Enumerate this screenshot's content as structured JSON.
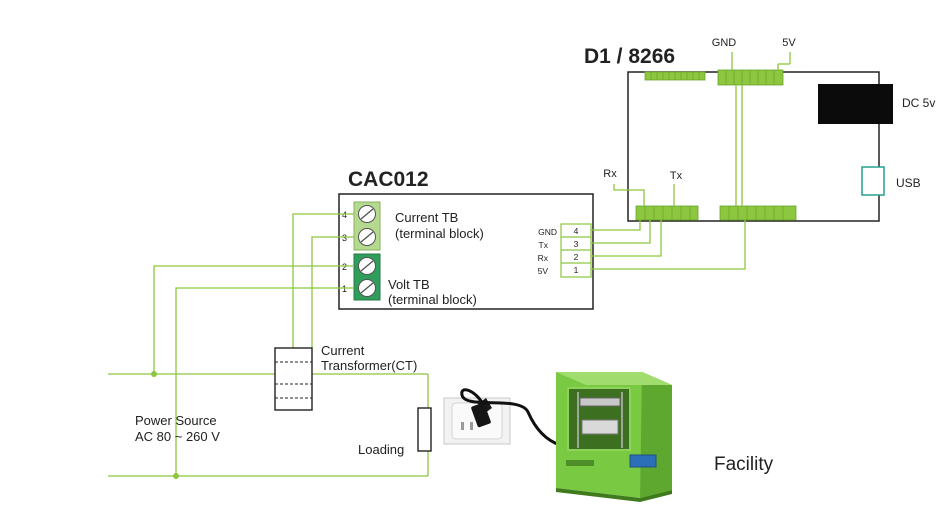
{
  "board": {
    "title": "D1 / 8266",
    "gnd_label": "GND",
    "v5_label": "5V",
    "dc_label": "DC 5v",
    "usb_label": "USB",
    "rx_label": "Rx",
    "tx_label": "Tx"
  },
  "module": {
    "title": "CAC012",
    "current_tb_line1": "Current TB",
    "current_tb_line2": "(terminal block)",
    "volt_tb_line1": "Volt TB",
    "volt_tb_line2": "(terminal block)",
    "terminal_numbers": [
      "4",
      "3",
      "2",
      "1"
    ]
  },
  "connector": {
    "pins": [
      {
        "name": "GND",
        "number": "4"
      },
      {
        "name": "Tx",
        "number": "3"
      },
      {
        "name": "Rx",
        "number": "2"
      },
      {
        "name": "5V",
        "number": "1"
      }
    ]
  },
  "circuit": {
    "ct_line1": "Current",
    "ct_line2": "Transformer(CT)",
    "power_line1": "Power Source",
    "power_line2": "AC 80 ~ 260 V",
    "loading_label": "Loading"
  },
  "facility_label": "Facility",
  "colors": {
    "wire": "#8dc63f",
    "header": "#8dc63f",
    "terminal_light": "#b5d98f",
    "terminal_dark": "#2f9e5a",
    "usb": "#25a08f",
    "printer": "#7ac943"
  }
}
